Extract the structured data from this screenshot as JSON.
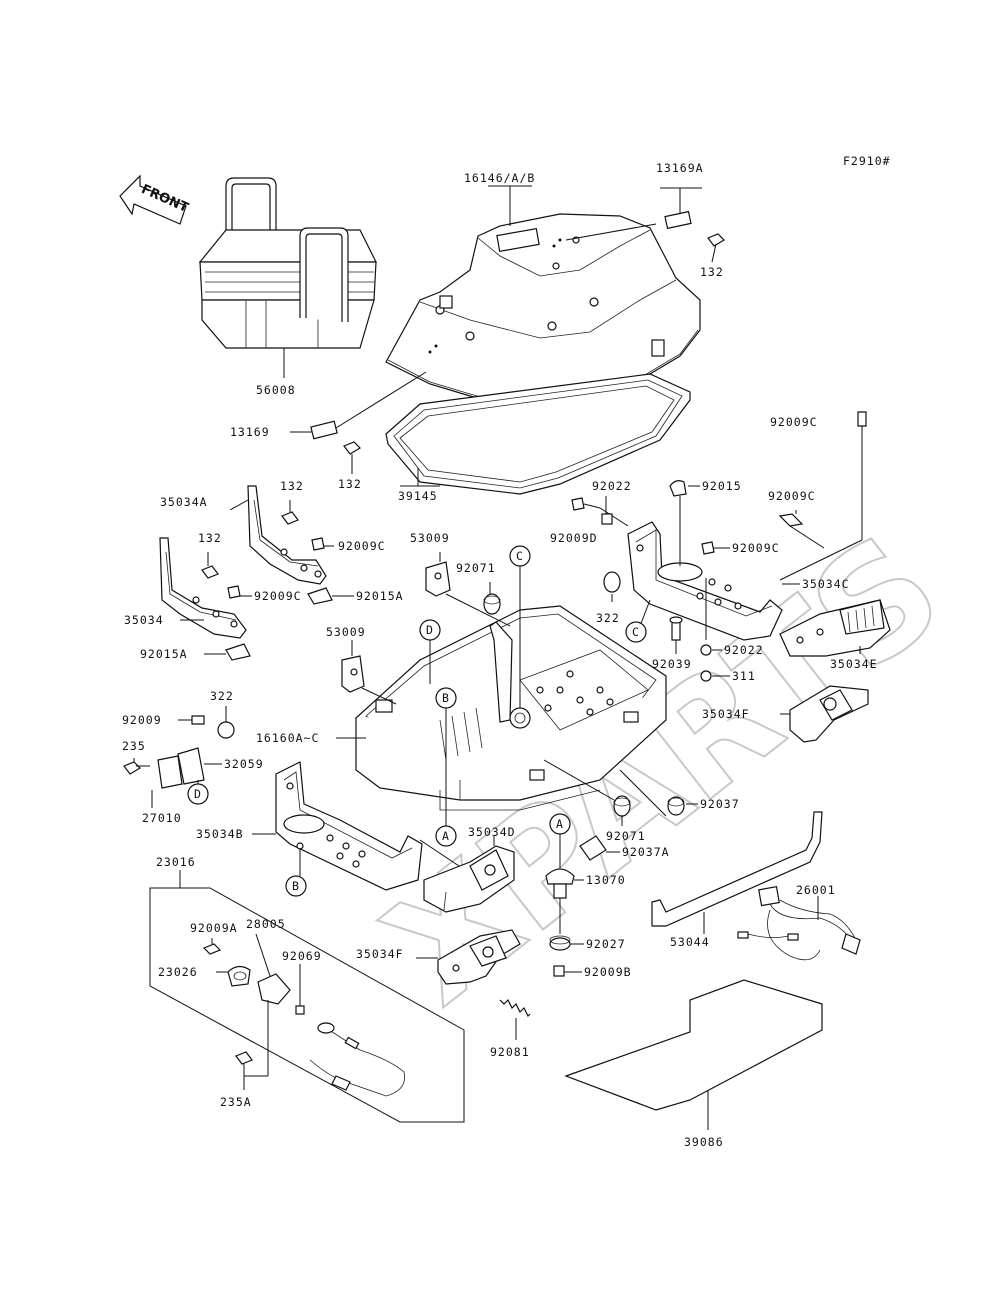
{
  "figure_code": "F2910#",
  "front_label": "FRONT",
  "watermark": "XPARTS",
  "parts": [
    {
      "id": "p56008",
      "label": "56008"
    },
    {
      "id": "p16146",
      "label": "16146/A/B"
    },
    {
      "id": "p13169A",
      "label": "13169A"
    },
    {
      "id": "p132a",
      "label": "132"
    },
    {
      "id": "p13169",
      "label": "13169"
    },
    {
      "id": "p132b",
      "label": "132"
    },
    {
      "id": "p39145",
      "label": "39145"
    },
    {
      "id": "p35034A",
      "label": "35034A"
    },
    {
      "id": "p132c",
      "label": "132"
    },
    {
      "id": "p92009C_a",
      "label": "92009C"
    },
    {
      "id": "p132d",
      "label": "132"
    },
    {
      "id": "p92009C_b",
      "label": "92009C"
    },
    {
      "id": "p92015A_a",
      "label": "92015A"
    },
    {
      "id": "p35034",
      "label": "35034"
    },
    {
      "id": "p92015A_b",
      "label": "92015A"
    },
    {
      "id": "p53009a",
      "label": "53009"
    },
    {
      "id": "p92071a",
      "label": "92071"
    },
    {
      "id": "p53009b",
      "label": "53009"
    },
    {
      "id": "p92022a",
      "label": "92022"
    },
    {
      "id": "p92015",
      "label": "92015"
    },
    {
      "id": "p92009D",
      "label": "92009D"
    },
    {
      "id": "p92009C_c",
      "label": "92009C"
    },
    {
      "id": "p92009C_d",
      "label": "92009C"
    },
    {
      "id": "p92009C_e",
      "label": "92009C"
    },
    {
      "id": "p35034C",
      "label": "35034C"
    },
    {
      "id": "p322a",
      "label": "322"
    },
    {
      "id": "p92039",
      "label": "92039"
    },
    {
      "id": "p92022b",
      "label": "92022"
    },
    {
      "id": "p35034E",
      "label": "35034E"
    },
    {
      "id": "p311",
      "label": "311"
    },
    {
      "id": "p35034F_a",
      "label": "35034F"
    },
    {
      "id": "p322b",
      "label": "322"
    },
    {
      "id": "p92009",
      "label": "92009"
    },
    {
      "id": "p235",
      "label": "235"
    },
    {
      "id": "p16160",
      "label": "16160A~C"
    },
    {
      "id": "p32059",
      "label": "32059"
    },
    {
      "id": "p27010",
      "label": "27010"
    },
    {
      "id": "p92037",
      "label": "92037"
    },
    {
      "id": "p35034B",
      "label": "35034B"
    },
    {
      "id": "p35034D",
      "label": "35034D"
    },
    {
      "id": "p92071b",
      "label": "92071"
    },
    {
      "id": "p92037A",
      "label": "92037A"
    },
    {
      "id": "p23016",
      "label": "23016"
    },
    {
      "id": "p13070",
      "label": "13070"
    },
    {
      "id": "p26001",
      "label": "26001"
    },
    {
      "id": "p92009A",
      "label": "92009A"
    },
    {
      "id": "p28005",
      "label": "28005"
    },
    {
      "id": "p92069",
      "label": "92069"
    },
    {
      "id": "p23026",
      "label": "23026"
    },
    {
      "id": "p35034F_b",
      "label": "35034F"
    },
    {
      "id": "p92027",
      "label": "92027"
    },
    {
      "id": "p53044",
      "label": "53044"
    },
    {
      "id": "p92009B",
      "label": "92009B"
    },
    {
      "id": "p92081",
      "label": "92081"
    },
    {
      "id": "p235A",
      "label": "235A"
    },
    {
      "id": "p39086",
      "label": "39086"
    }
  ],
  "ref_marks": [
    {
      "id": "refC1",
      "letter": "C"
    },
    {
      "id": "refD1",
      "letter": "D"
    },
    {
      "id": "refB1",
      "letter": "B"
    },
    {
      "id": "refC2",
      "letter": "C"
    },
    {
      "id": "refD2",
      "letter": "D"
    },
    {
      "id": "refA1",
      "letter": "A"
    },
    {
      "id": "refA2",
      "letter": "A"
    },
    {
      "id": "refB2",
      "letter": "B"
    }
  ]
}
